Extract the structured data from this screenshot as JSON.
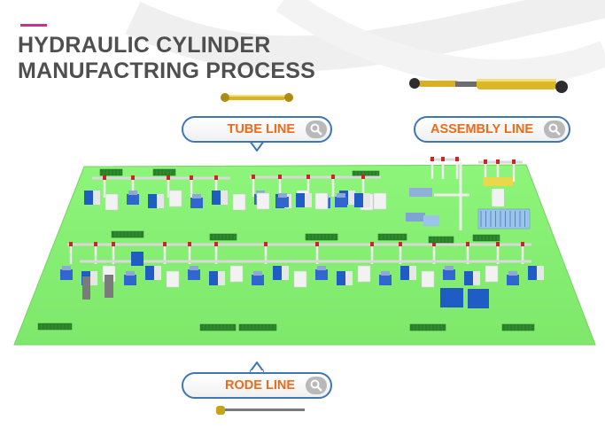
{
  "header": {
    "title_line1": "HYDRAULIC CYLINDER",
    "title_line2": "MANUFACTRING PROCESS"
  },
  "callouts": {
    "tube_line": "TUBE LINE",
    "assembly_line": "ASSEMBLY LINE",
    "rode_line": "RODE LINE"
  },
  "icons": {
    "zoom": "magnifier-icon"
  },
  "colors": {
    "title": "#4f4f4f",
    "accent": "#c8338f",
    "label": "#ee6a19",
    "pill_border": "#3f76b4",
    "floor": "#8ef07a",
    "machine_blue": "#1f5cc4",
    "rail": "#d8d8d8"
  }
}
